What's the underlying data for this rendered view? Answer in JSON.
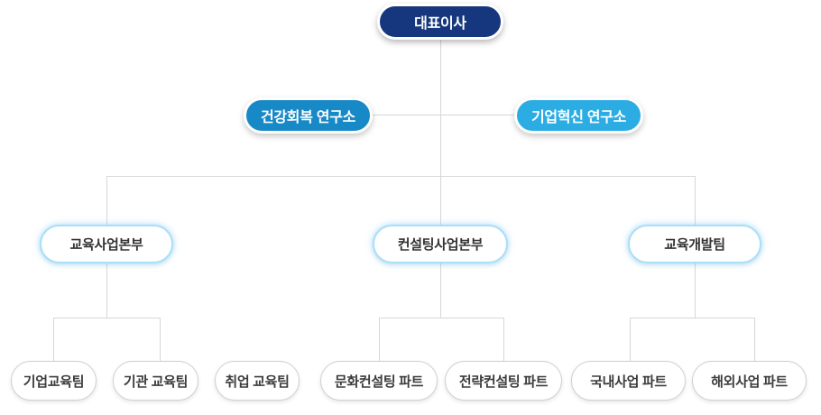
{
  "org_chart": {
    "type": "organization-chart",
    "connector_color": "#D7D7D7",
    "root": {
      "label": "대표이사",
      "fill_color": "#16377E",
      "text_color": "#FFFFFF"
    },
    "institutes": [
      {
        "label": "건강회복 연구소",
        "fill_color": "#1789C6",
        "text_color": "#FFFFFF",
        "connected_to": "대표이사"
      },
      {
        "label": "기업혁신 연구소",
        "fill_color": "#2BADE4",
        "text_color": "#FFFFFF",
        "connected_to": "대표이사"
      }
    ],
    "divisions": [
      {
        "label": "교육사업본부",
        "border_color": "#A9DFF8",
        "connected_to": "대표이사"
      },
      {
        "label": "컨설팅사업본부",
        "border_color": "#A9DFF8",
        "connected_to": "대표이사"
      },
      {
        "label": "교육개발팀",
        "border_color": "#A9DFF8",
        "connected_to": "대표이사"
      }
    ],
    "teams": [
      {
        "label": "기업교육팀",
        "border_color": "#CFCFCF",
        "connected_to": "교육사업본부"
      },
      {
        "label": "기관 교육팀",
        "border_color": "#CFCFCF",
        "connected_to": "교육사업본부"
      },
      {
        "label": "취업 교육팀",
        "border_color": "#CFCFCF",
        "connected_to": null
      },
      {
        "label": "문화컨설팅 파트",
        "border_color": "#CFCFCF",
        "connected_to": "컨설팅사업본부"
      },
      {
        "label": "전략컨설팅 파트",
        "border_color": "#CFCFCF",
        "connected_to": "컨설팅사업본부"
      },
      {
        "label": "국내사업 파트",
        "border_color": "#CFCFCF",
        "connected_to": "교육개발팀"
      },
      {
        "label": "해외사업 파트",
        "border_color": "#CFCFCF",
        "connected_to": "교육개발팀"
      }
    ]
  }
}
